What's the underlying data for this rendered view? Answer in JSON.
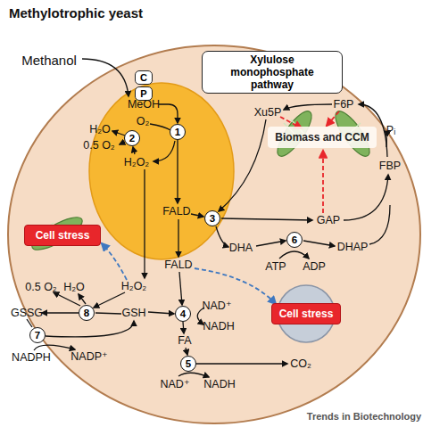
{
  "diagram": {
    "title": "Methylotrophic yeast",
    "nodes": [
      {
        "text": [
          "Xylulose monophosphate pathway"
        ]
      },
      {
        "text": [
          "C"
        ]
      },
      {
        "text": [
          "P"
        ]
      },
      {
        "text": [
          "1"
        ]
      },
      {
        "text": [
          "2"
        ]
      },
      {
        "text": [
          "Biomass and CCM"
        ]
      },
      {
        "text": [
          "3"
        ]
      },
      {
        "text": [
          "Cell stress"
        ]
      },
      {
        "text": [
          "6"
        ]
      },
      {
        "text": [
          "Cell stress"
        ]
      },
      {
        "text": [
          "8"
        ]
      },
      {
        "text": [
          "4"
        ]
      },
      {
        "text": [
          "7"
        ]
      },
      {
        "text": [
          "5"
        ]
      }
    ],
    "labels": [
      "Methanol",
      "MeOH",
      "O₂",
      "H₂O",
      "0.5 O₂",
      "H₂O₂",
      "FALD",
      "Xu5P",
      "F6P",
      "Pᵢ",
      "FBP",
      "GAP",
      "DHA",
      "ATP",
      "ADP",
      "DHAP",
      "FALD",
      "0.5 O₂",
      "H₂O",
      "H₂O₂",
      "GSSG",
      "GSH",
      "NAD⁺",
      "NADH",
      "NADPH",
      "NADP⁺",
      "FA",
      "CO₂",
      "NAD⁺",
      "NADH",
      "Trends in Biotechnology"
    ]
  }
}
